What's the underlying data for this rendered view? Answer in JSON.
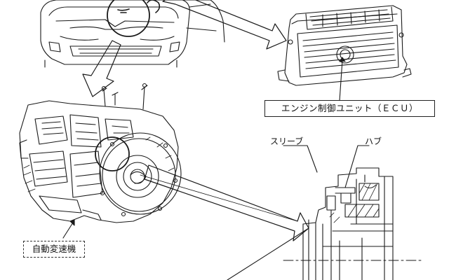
{
  "labels": {
    "ecu": "エンジン制御ユニット（ＥＣＵ）",
    "automatic_transmission": "自動変速機",
    "sleeve": "スリーブ",
    "hub": "ハブ"
  },
  "colors": {
    "line": "#1a1a1a",
    "background": "#ffffff"
  }
}
